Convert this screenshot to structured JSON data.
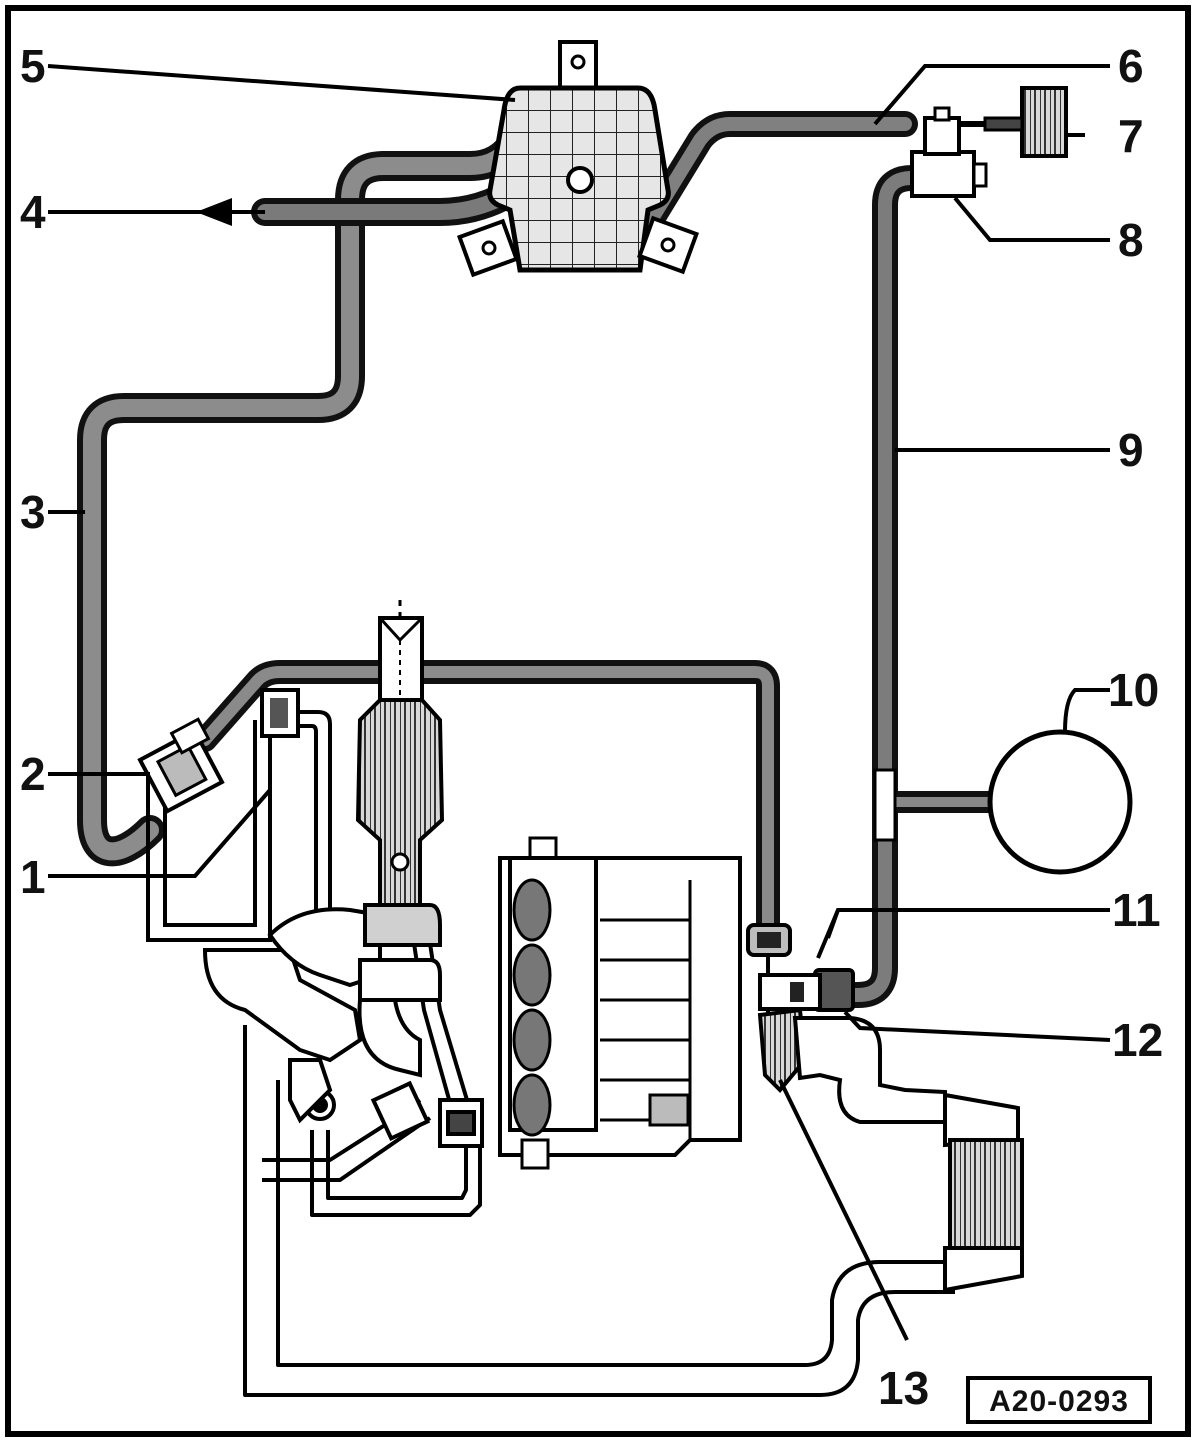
{
  "diagram": {
    "figure_id": "A20-0293",
    "callouts": {
      "c1": "1",
      "c2": "2",
      "c3": "3",
      "c4": "4",
      "c5": "5",
      "c6": "6",
      "c7": "7",
      "c8": "8",
      "c9": "9",
      "c10": "10",
      "c11": "11",
      "c12": "12",
      "c13": "13"
    }
  }
}
